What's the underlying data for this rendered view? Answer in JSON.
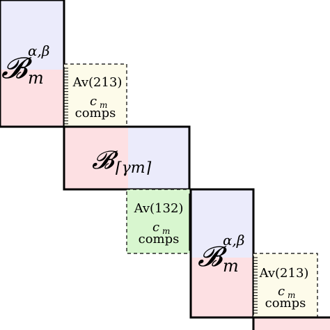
{
  "colors": {
    "blue_region": "#ebebfb",
    "red_region": "#fde0e3",
    "yellow_box": "#fdfbea",
    "green_box": "#d8f6cf",
    "stroke": "#000000"
  },
  "blocks": {
    "block1": {
      "script": "𝓑",
      "sub": "m",
      "sup": "α,β"
    },
    "block2": {
      "script": "𝓑",
      "sub": "⌈γm⌉"
    },
    "block3": {
      "script": "𝓑",
      "sub": "m",
      "sup": "α,β"
    }
  },
  "boxes": {
    "av213_top": {
      "label": "Av(213)",
      "c": "c",
      "c_sub": "m",
      "comps": "comps"
    },
    "av132": {
      "label": "Av(132)",
      "c": "c",
      "c_sub": "m",
      "comps": "comps"
    },
    "av213_bottom": {
      "label": "Av(213)",
      "c": "c",
      "c_sub": "m",
      "comps": "comps"
    }
  }
}
